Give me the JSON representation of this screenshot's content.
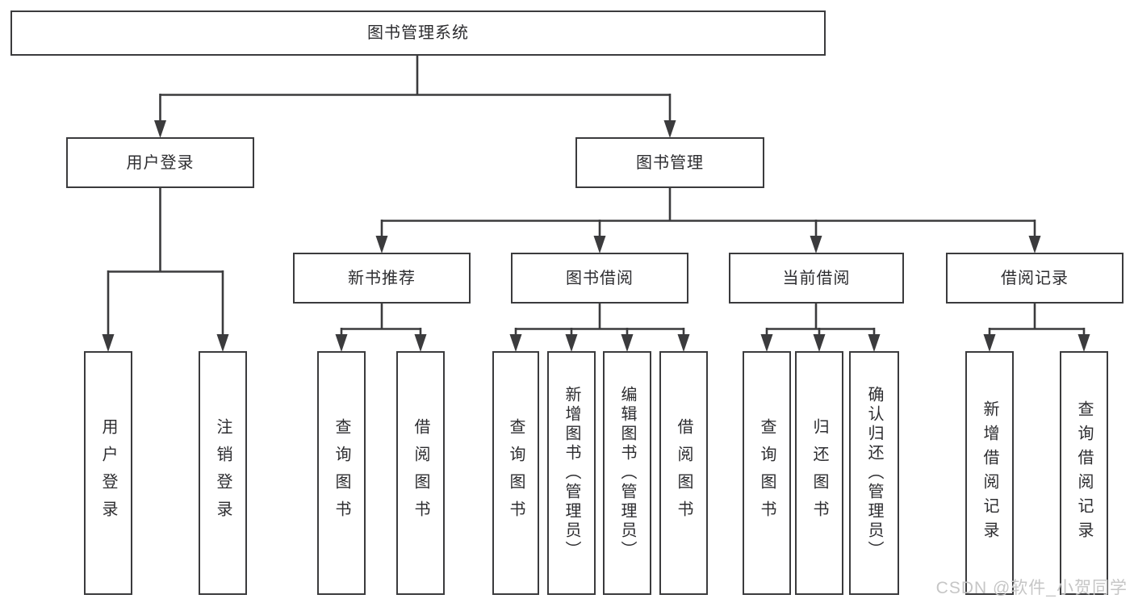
{
  "watermark": {
    "text": "CSDN @软件_小贺同学"
  },
  "colors": {
    "line": "#3b3b3d",
    "text": "#2d2d30",
    "watermark": "#c6c6c6",
    "background": "#ffffff"
  },
  "tree": {
    "root": "图书管理系统",
    "branches": [
      {
        "label": "用户登录",
        "leaves": [
          "用户登录",
          "注销登录"
        ]
      },
      {
        "label": "图书管理",
        "groups": [
          {
            "label": "新书推荐",
            "leaves": [
              "查询图书",
              "借阅图书"
            ]
          },
          {
            "label": "图书借阅",
            "leaves": [
              "查询图书",
              "新增图书（管理员）",
              "编辑图书（管理员）",
              "借阅图书"
            ]
          },
          {
            "label": "当前借阅",
            "leaves": [
              "查询图书",
              "归还图书",
              "确认归还（管理员）"
            ]
          },
          {
            "label": "借阅记录",
            "leaves": [
              "新增借阅记录",
              "查询借阅记录"
            ]
          }
        ]
      }
    ]
  }
}
